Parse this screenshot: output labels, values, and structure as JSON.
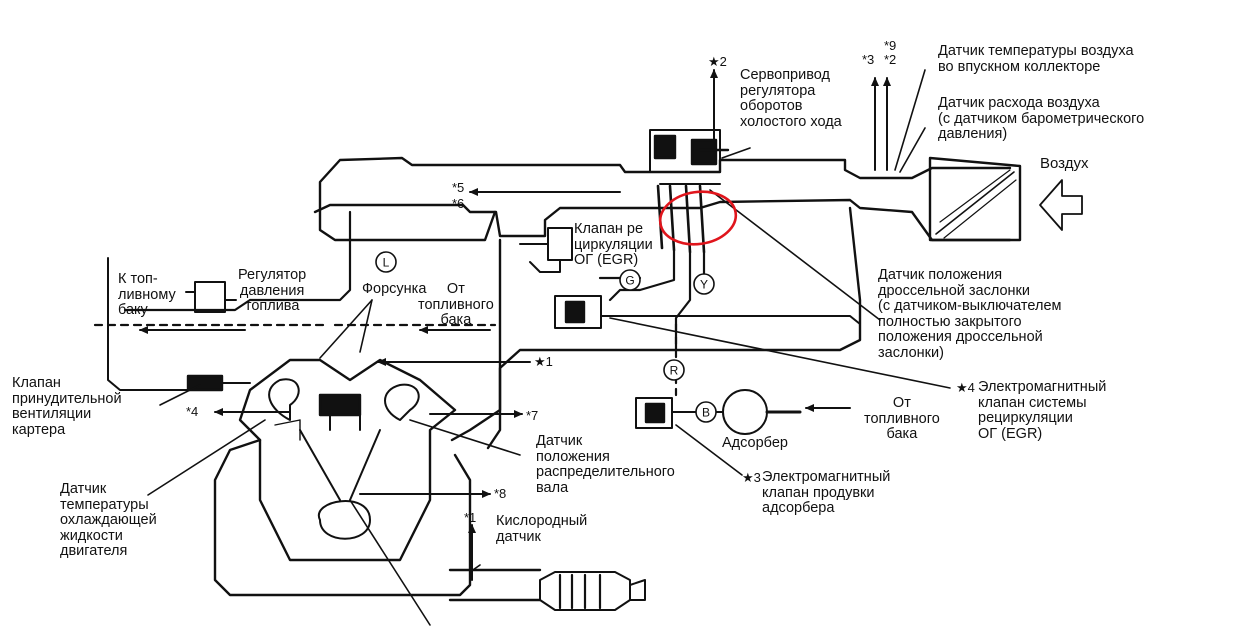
{
  "labels": {
    "iat_sensor": "Датчик температуры воздуха\nво впускном коллекторе",
    "maf_sensor": "Датчик расхода воздуха\n(с датчиком барометрического\nдавления)",
    "iac_servo": "Сервопривод\nрегулятора\nоборотов\nхолостого хода",
    "air": "Воздух",
    "egr_valve": "Клапан ре\nциркуляции\nОГ (EGR)",
    "fuel_to_tank": "К топ-\nливному\nбаку",
    "pressure_regulator": "Регулятор\nдавления\nтоплива",
    "injector": "Форсунка",
    "fuel_from_tank": "От\nтопливного\nбака",
    "tps_sensor": "Датчик положения\nдроссельной заслонки\n(с датчиком-выключателем\nполностью закрытого\nположения дроссельной\nзаслонки)",
    "egr_solenoid": "Электромагнитный\nклапан системы\nрециркуляции\nОГ (EGR)",
    "pcv_valve": "Клапан\nпринудительной\nвентиляции\nкартера",
    "cam_sensor": "Датчик\nположения\nраспределительного\nвала",
    "fuel_from_tank_2": "От\nтопливного\nбака",
    "adsorber": "Адсорбер",
    "purge_solenoid": "Электромагнитный\nклапан продувки\nадсорбера",
    "ect_sensor": "Датчик\nтемпературы\nохлаждающей\nжидкости\nдвигателя",
    "o2_sensor": "Кислородный\nдатчик"
  },
  "markers": {
    "s2_top": "★2",
    "s9": "*9",
    "s2b": "*2",
    "s3": "*3",
    "s5": "*5",
    "s6": "*6",
    "s1_right": "★1",
    "s4_left": "*4",
    "s7": "*7",
    "s8": "*8",
    "s1_bottom": "*1",
    "s4_egr": "★4",
    "s3_purge": "★3"
  },
  "circles": {
    "L": "L",
    "G": "G",
    "Y": "Y",
    "R": "R",
    "B": "B"
  },
  "colors": {
    "line": "#111111",
    "highlight": "#e0151c"
  }
}
